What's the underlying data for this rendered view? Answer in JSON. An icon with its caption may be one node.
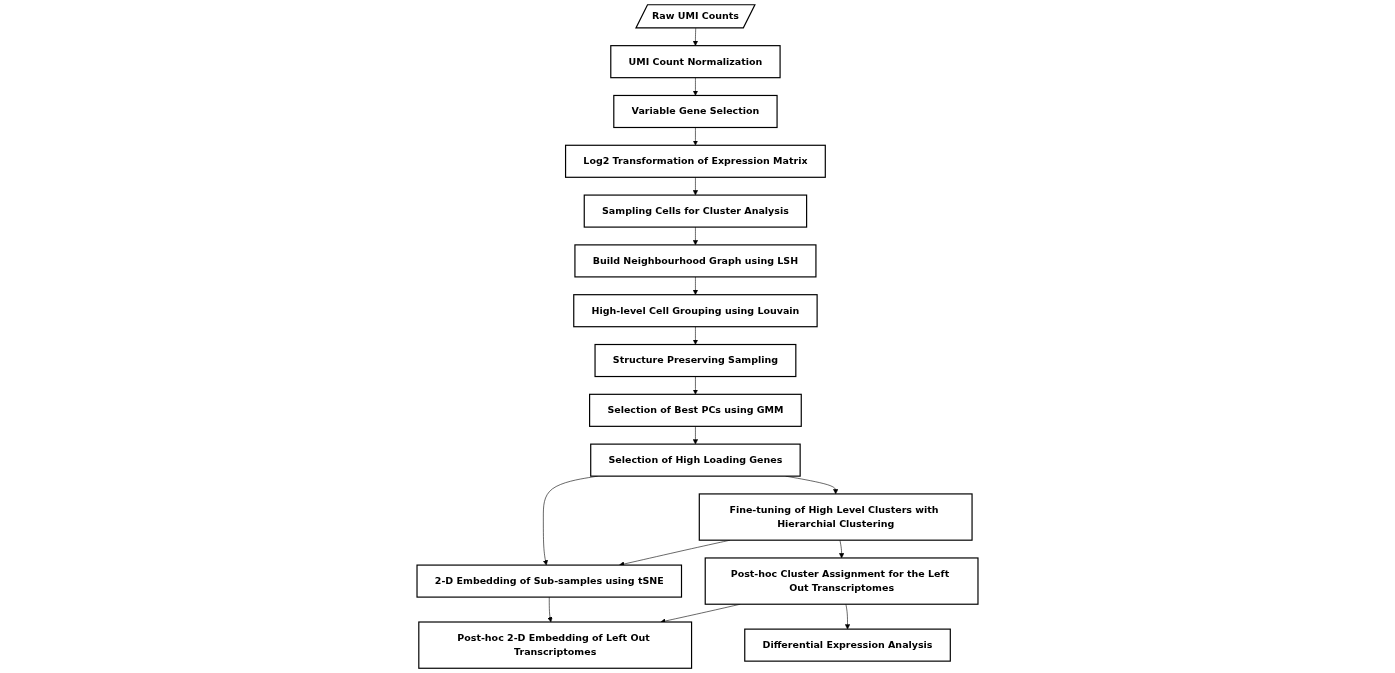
{
  "diagram": {
    "nodes": [
      {
        "text": [
          "Raw UMI Counts"
        ]
      },
      {
        "text": [
          "UMI Count Normalization"
        ]
      },
      {
        "text": [
          "Variable Gene Selection"
        ]
      },
      {
        "text": [
          "Log2 Transformation of Expression Matrix"
        ]
      },
      {
        "text": [
          "Sampling Cells for Cluster Analysis"
        ]
      },
      {
        "text": [
          "Build Neighbourhood Graph using LSH"
        ]
      },
      {
        "text": [
          "High-level Cell Grouping using Louvain"
        ]
      },
      {
        "text": [
          "Structure Preserving Sampling"
        ]
      },
      {
        "text": [
          "Selection of Best PCs using GMM"
        ]
      },
      {
        "text": [
          "Selection of High Loading Genes"
        ]
      },
      {
        "text": [
          "Fine-tuning of High Level Clusters with Hierarchial Clustering"
        ]
      },
      {
        "text": [
          "2-D Embedding of Sub-samples using tSNE"
        ]
      },
      {
        "text": [
          "Post-hoc Cluster Assignment for the Left Out Transcriptomes"
        ]
      },
      {
        "text": [
          "Post-hoc 2-D Embedding of Left Out Transcriptomes"
        ]
      },
      {
        "text": [
          "Differential Expression Analysis"
        ]
      }
    ],
    "edges": [
      {
        "from": 0,
        "to": 1,
        "arrow": "to"
      },
      {
        "from": 1,
        "to": 2,
        "arrow": "to"
      },
      {
        "from": 2,
        "to": 3,
        "arrow": "to"
      },
      {
        "from": 3,
        "to": 4,
        "arrow": "to"
      },
      {
        "from": 4,
        "to": 5,
        "arrow": "to"
      },
      {
        "from": 5,
        "to": 6,
        "arrow": "to"
      },
      {
        "from": 6,
        "to": 7,
        "arrow": "to"
      },
      {
        "from": 7,
        "to": 8,
        "arrow": "to"
      },
      {
        "from": 8,
        "to": 9,
        "arrow": "to"
      },
      {
        "from": 9,
        "to": 10,
        "arrow": "to"
      },
      {
        "from": 9,
        "to": 11,
        "arrow": "to"
      },
      {
        "from": 10,
        "to": 11,
        "arrow": "to"
      },
      {
        "from": 10,
        "to": 12,
        "arrow": "to"
      },
      {
        "from": 11,
        "to": 13,
        "arrow": "to"
      },
      {
        "from": 12,
        "to": 13,
        "arrow": "to"
      },
      {
        "from": 12,
        "to": 14,
        "arrow": "to"
      }
    ]
  }
}
